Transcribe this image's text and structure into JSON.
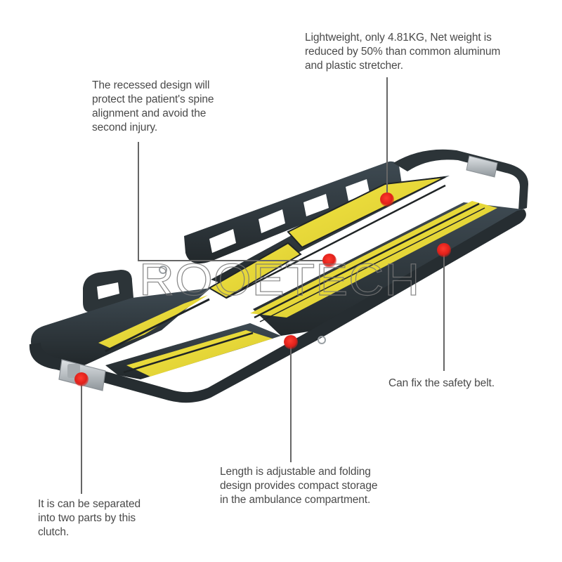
{
  "product": {
    "name": "Scoop stretcher",
    "colors": {
      "frame": "#2b3236",
      "frame_highlight": "#4a5760",
      "yellow": "#f2e23a",
      "yellow_shadow": "#c9b92a",
      "stripe": "#1f2426",
      "clutch": "#b9bec2",
      "marker": "#e8231f",
      "leader_line": "#666666",
      "text": "#4a4a4a"
    }
  },
  "watermark": {
    "text": "ROOETECH"
  },
  "callouts": {
    "weight": {
      "text": "Lightweight, only 4.81KG, Net weight is\nreduced by 50% than common aluminum\nand plastic stretcher."
    },
    "recessed": {
      "text": "The recessed design will\nprotect the patient's spine\nalignment and avoid the\nsecond injury."
    },
    "length": {
      "text": "Length is adjustable and folding\ndesign provides compact storage\nin the ambulance compartment."
    },
    "clutch": {
      "text": "It is can be separated\ninto two parts by this\nclutch."
    },
    "belt": {
      "text": "Can fix the safety belt."
    }
  }
}
